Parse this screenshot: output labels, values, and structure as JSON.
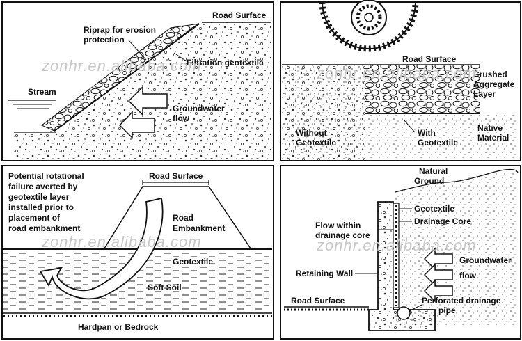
{
  "watermark": "zonhr.en.alibaba.com",
  "panels": {
    "top_left": {
      "road_surface": "Road Surface",
      "riprap_1": "Riprap for erosion",
      "riprap_2": "protection",
      "filtration": "Filtration geotextile",
      "stream": "Stream",
      "groundwater_1": "Groundwater",
      "groundwater_2": "flow"
    },
    "top_right": {
      "road_surface": "Road Surface",
      "crushed_1": "Crushed",
      "crushed_2": "Aggregate",
      "crushed_3": "Layer",
      "without_1": "Without",
      "without_2": "Geotextile",
      "with_1": "With",
      "with_2": "Geotextile",
      "native_1": "Native",
      "native_2": "Material"
    },
    "bottom_left": {
      "potential_1": "Potential rotational",
      "potential_2": "failure averted by",
      "potential_3": "geotextile layer",
      "potential_4": "installed prior to",
      "potential_5": "placement of",
      "potential_6": "road embankment",
      "road_surface": "Road Surface",
      "embankment_1": "Road",
      "embankment_2": "Embankment",
      "geotextile": "Geotextile",
      "soft_soil": "Soft Soil",
      "hardpan": "Hardpan or Bedrock"
    },
    "bottom_right": {
      "natural_1": "Natural",
      "natural_2": "Ground",
      "geotextile": "Geotextile",
      "drainage_core": "Drainage Core",
      "flow_within_1": "Flow within",
      "flow_within_2": "drainage core",
      "retaining_wall": "Retaining Wall",
      "groundwater_1": "Groundwater",
      "groundwater_2": "flow",
      "road_surface": "Road Surface",
      "perforated_1": "Perforated drainage",
      "perforated_2": "pipe"
    }
  }
}
